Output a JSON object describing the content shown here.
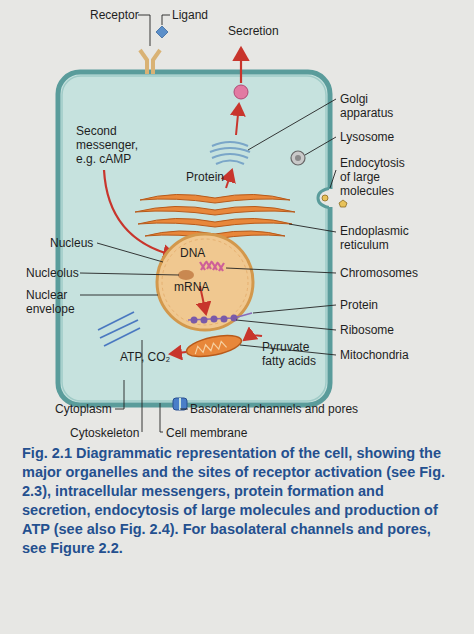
{
  "diagram": {
    "caption": "Fig. 2.1 Diagrammatic representation of the cell, showing the major organelles and the sites of receptor activation (see Fig. 2.3), intracellular messengers, protein formation and secretion, endocytosis of large molecules and production of ATP (see also Fig. 2.4). For basolateral channels and pores, see Figure 2.2.",
    "labels": [
      "Receptor",
      "Ligand",
      "Secretion",
      "Golgi apparatus",
      "Lysosome",
      "Endocytosis of large molecules",
      "Second messenger, e.g. cAMP",
      "Protein",
      "Endoplasmic reticulum",
      "Nucleus",
      "DNA",
      "Nucleolus",
      "mRNA",
      "Chromosomes",
      "Nuclear envelope",
      "Protein",
      "Ribosome",
      "ATP, CO₂",
      "Pyruvate fatty acids",
      "Mitochondria",
      "Cytoplasm",
      "Basolateral channels and pores",
      "Cytoskeleton",
      "Cell membrane"
    ]
  }
}
